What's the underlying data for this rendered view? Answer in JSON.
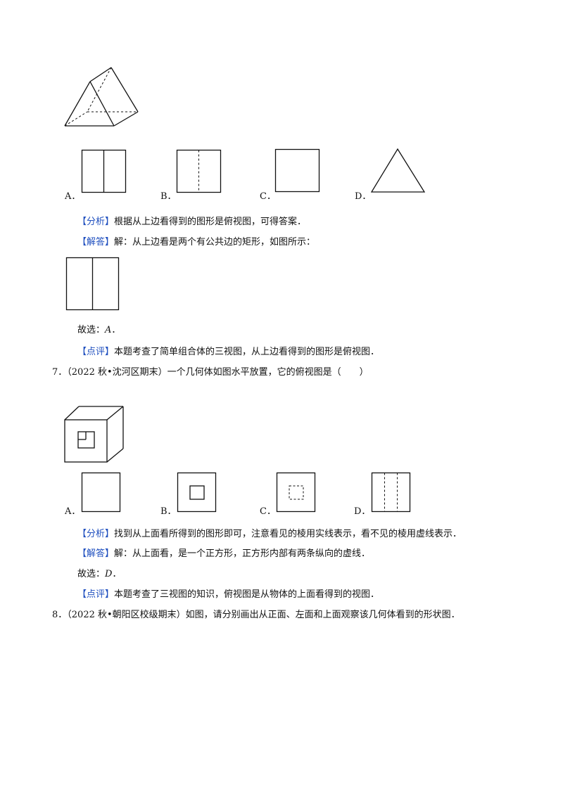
{
  "q6": {
    "options": [
      "A．",
      "B．",
      "C．",
      "D．"
    ],
    "analysis_tag": "【分析】",
    "analysis_text": "根据从上边看得到的图形是俯视图，可得答案．",
    "answer_tag": "【解答】",
    "answer_text": "解：从上边看是两个有公共边的矩形，如图所示：",
    "choice_prefix": "故选：",
    "choice_letter": "A",
    "choice_suffix": "．",
    "comment_tag": "【点评】",
    "comment_text": "本题考查了简单组合体的三视图，从上边看得到的图形是俯视图．"
  },
  "q7": {
    "number": "7．",
    "stem": "（2022 秋•沈河区期末）一个几何体如图水平放置，它的俯视图是（　　）",
    "options": [
      "A．",
      "B．",
      "C．",
      "D．"
    ],
    "analysis_tag": "【分析】",
    "analysis_text": "找到从上面看所得到的图形即可，注意看见的棱用实线表示，看不见的棱用虚线表示．",
    "answer_tag": "【解答】",
    "answer_text": "解：从上面看，是一个正方形，正方形内部有两条纵向的虚线．",
    "choice_prefix": "故选：",
    "choice_letter": "D",
    "choice_suffix": "．",
    "comment_tag": "【点评】",
    "comment_text": "本题考查了三视图的知识，俯视图是从物体的上面看得到的视图．"
  },
  "q8": {
    "number": "8．",
    "stem": "（2022 秋•朝阳区校级期末）如图，请分别画出从正面、左面和上面观察该几何体看到的形状图．"
  }
}
